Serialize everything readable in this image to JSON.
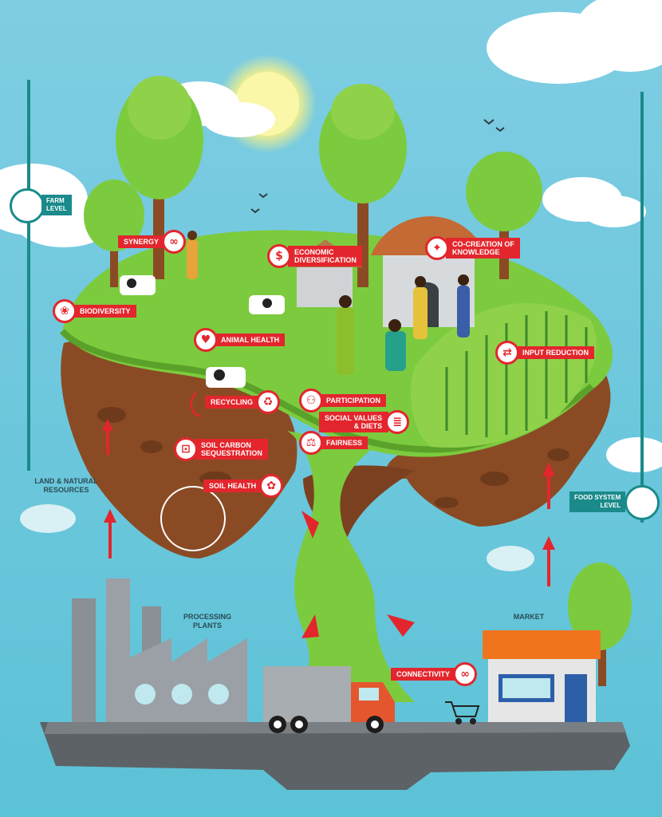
{
  "levels": {
    "farm": "FARM\nLEVEL",
    "food_system": "FOOD SYSTEM\nLEVEL"
  },
  "places": {
    "land_resources": "LAND & NATURAL\nRESOURCES",
    "processing_plants": "PROCESSING\nPLANTS",
    "market": "MARKET"
  },
  "principles": {
    "synergy": "SYNERGY",
    "economic_diversification": "ECONOMIC\nDIVERSIFICATION",
    "co_creation": "CO-CREATION OF\nKNOWLEDGE",
    "biodiversity": "BIODIVERSITY",
    "animal_health": "ANIMAL HEALTH",
    "input_reduction": "INPUT REDUCTION",
    "recycling": "RECYCLING",
    "participation": "PARTICIPATION",
    "social_values": "SOCIAL VALUES\n& DIETS",
    "soil_carbon": "SOIL CARBON\nSEQUESTRATION",
    "fairness": "FAIRNESS",
    "soil_health": "SOIL HEALTH",
    "connectivity": "CONNECTIVITY"
  },
  "colors": {
    "sky": "#8fd3e6",
    "grass": "#7ccb3e",
    "soil": "#8a4b24",
    "accent_red": "#e3262d",
    "teal": "#1a8a8a",
    "ground": "#5d6266"
  }
}
